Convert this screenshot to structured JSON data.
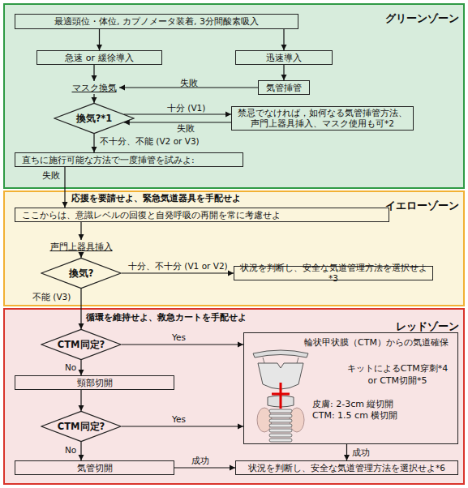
{
  "diagram": {
    "nodes": [
      {
        "text": [
          "グリーンゾーン"
        ]
      },
      {
        "text": [
          "最適頭位・体位, カプノメータ装着, 3分間酸素吸入"
        ],
        "in": 0
      },
      {
        "text": [
          "急速 or 緩徐導入"
        ],
        "in": 0
      },
      {
        "text": [
          "迅速導入"
        ],
        "in": 0
      },
      {
        "text": [
          "気管挿管"
        ],
        "in": 0
      },
      {
        "text": [
          "マスク換気"
        ],
        "in": 0
      },
      {
        "text": [
          "換気?*1"
        ],
        "in": 0
      },
      {
        "text": [
          "禁忌でなければ，如何なる気管挿管方法、 声門上器具挿入、マスク使用も可*2"
        ],
        "in": 0
      },
      {
        "text": [
          "直ちに施行可能な方法で一度挿管を試みよ:"
        ],
        "in": 0
      },
      {
        "text": [
          "イエローゾーン"
        ]
      },
      {
        "text": [
          "ここからは、意識レベルの回復と自発呼吸の再開を常に考慮せよ"
        ],
        "in": 9
      },
      {
        "text": [
          "声門上器具挿入"
        ],
        "in": 9
      },
      {
        "text": [
          "換気?"
        ],
        "in": 9
      },
      {
        "text": [
          "状況を判断し、安全な気道管理方法を選択せよ*3"
        ],
        "in": 9
      },
      {
        "text": [
          "レッドゾーン"
        ]
      },
      {
        "text": [
          "CTM同定?"
        ],
        "in": 14
      },
      {
        "text": [
          "頸部切開"
        ],
        "in": 14
      },
      {
        "text": [
          "CTM同定?"
        ],
        "in": 14
      },
      {
        "text": [
          "輪状甲状膜（CTM）からの気道確保",
          "キットによるCTM穿刺*4 or CTM切開*5",
          "皮膚: 2-3cm 縦切開",
          "CTM: 1.5 cm 横切開"
        ],
        "in": 14
      },
      {
        "text": [
          "気管切開"
        ],
        "in": 14
      },
      {
        "text": [
          "状況を判断し、安全な気道管理方法を選択せよ*6"
        ],
        "in": 14
      }
    ],
    "edges": [
      {
        "from": 1,
        "to": 2,
        "arrow": "to"
      },
      {
        "from": 1,
        "to": 3,
        "arrow": "to"
      },
      {
        "from": 2,
        "to": 5,
        "arrow": "to"
      },
      {
        "from": 3,
        "to": 4,
        "arrow": "to"
      },
      {
        "from": 4,
        "to": 5,
        "label": "失敗",
        "arrow": "to"
      },
      {
        "from": 5,
        "to": 6,
        "arrow": "to"
      },
      {
        "from": 6,
        "to": 7,
        "label": "十分 (V1)",
        "arrow": "to"
      },
      {
        "from": 7,
        "to": 6,
        "label": "失敗",
        "arrow": "to"
      },
      {
        "from": 6,
        "to": 8,
        "label": "不十分、不能 (V2 or V3)",
        "arrow": "to"
      },
      {
        "from": 8,
        "to": 10,
        "label": "失敗",
        "arrow": "to"
      },
      {
        "from": 10,
        "to": 11,
        "arrow": "to"
      },
      {
        "from": 11,
        "to": 12,
        "arrow": "to"
      },
      {
        "from": 12,
        "to": 13,
        "label": "十分、不十分 (V1 or V2)",
        "arrow": "to"
      },
      {
        "from": 12,
        "to": 15,
        "label": "不能 (V3)",
        "arrow": "to"
      },
      {
        "from": 15,
        "to": 18,
        "label": "Yes",
        "arrow": "to"
      },
      {
        "from": 15,
        "to": 16,
        "label": "No",
        "arrow": "to"
      },
      {
        "from": 16,
        "to": 17,
        "arrow": "to"
      },
      {
        "from": 17,
        "to": 18,
        "label": "Yes",
        "arrow": "to"
      },
      {
        "from": 17,
        "to": 19,
        "label": "No",
        "arrow": "to"
      },
      {
        "from": 19,
        "to": 20,
        "label": "成功",
        "arrow": "to"
      },
      {
        "from": 18,
        "to": 20,
        "label": "成功",
        "arrow": "to"
      }
    ],
    "labels": [
      "応援を要請せよ、緊急気道器具を手配せよ",
      "循環を維持せよ、救急カートを手配せよ"
    ]
  }
}
